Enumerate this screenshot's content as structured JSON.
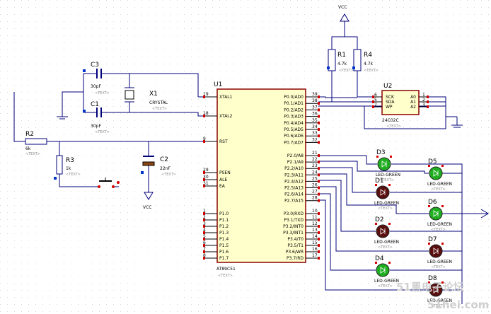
{
  "power": {
    "top": "VCC",
    "bottom": "VCC"
  },
  "resistors": [
    {
      "ref": "R1",
      "value": "4.7k"
    },
    {
      "ref": "R4",
      "value": "4.7k"
    },
    {
      "ref": "R2",
      "value": "6k"
    },
    {
      "ref": "R3",
      "value": "1k"
    }
  ],
  "capacitors": [
    {
      "ref": "C3",
      "value": "30pF"
    },
    {
      "ref": "C1",
      "value": "30pF"
    },
    {
      "ref": "C2",
      "value": "22nF"
    }
  ],
  "crystal": {
    "ref": "X1",
    "value": "CRYSTAL"
  },
  "placeholder": "<TEXT>",
  "mcu": {
    "ref": "U1",
    "part": "AT89C51",
    "left_pins": [
      {
        "num": "19",
        "name": "XTAL1"
      },
      {
        "num": "18",
        "name": "XTAL2"
      },
      {
        "num": "9",
        "name": "RST"
      },
      {
        "num": "29",
        "name": "PSEN"
      },
      {
        "num": "30",
        "name": "ALE"
      },
      {
        "num": "31",
        "name": "EA"
      },
      {
        "num": "1",
        "name": "P1.0"
      },
      {
        "num": "2",
        "name": "P1.1"
      },
      {
        "num": "3",
        "name": "P1.2"
      },
      {
        "num": "4",
        "name": "P1.3"
      },
      {
        "num": "5",
        "name": "P1.4"
      },
      {
        "num": "6",
        "name": "P1.5"
      },
      {
        "num": "7",
        "name": "P1.6"
      },
      {
        "num": "8",
        "name": "P1.7"
      }
    ],
    "p0_pins": [
      {
        "num": "39",
        "name": "P0.0/AD0"
      },
      {
        "num": "38",
        "name": "P0.1/AD1"
      },
      {
        "num": "37",
        "name": "P0.2/AD2"
      },
      {
        "num": "36",
        "name": "P0.3/AD3"
      },
      {
        "num": "35",
        "name": "P0.4/AD4"
      },
      {
        "num": "34",
        "name": "P0.5/AD5"
      },
      {
        "num": "33",
        "name": "P0.6/AD6"
      },
      {
        "num": "32",
        "name": "P0.7/AD7"
      }
    ],
    "p2_pins": [
      {
        "num": "21",
        "name": "P2.0/A8"
      },
      {
        "num": "22",
        "name": "P2.1/A9"
      },
      {
        "num": "23",
        "name": "P2.2/A10"
      },
      {
        "num": "24",
        "name": "P2.3/A11"
      },
      {
        "num": "25",
        "name": "P2.4/A12"
      },
      {
        "num": "26",
        "name": "P2.5/A13"
      },
      {
        "num": "27",
        "name": "P2.6/A14"
      },
      {
        "num": "28",
        "name": "P2.7/A15"
      }
    ],
    "p3_pins": [
      {
        "num": "10",
        "name": "P3.0/RXD"
      },
      {
        "num": "11",
        "name": "P3.1/TXD"
      },
      {
        "num": "12",
        "name": "P3.2/INT0"
      },
      {
        "num": "13",
        "name": "P3.3/INT1"
      },
      {
        "num": "14",
        "name": "P3.4/T0"
      },
      {
        "num": "15",
        "name": "P3.5/T1"
      },
      {
        "num": "16",
        "name": "P3.6/WR"
      },
      {
        "num": "17",
        "name": "P3.7/RD"
      }
    ]
  },
  "eeprom": {
    "ref": "U2",
    "part": "24C02C",
    "left_pins": [
      {
        "num": "6",
        "name": "SCK"
      },
      {
        "num": "5",
        "name": "SDA"
      },
      {
        "num": "7",
        "name": "WP"
      }
    ],
    "right_pins": [
      {
        "num": "1",
        "name": "A0"
      },
      {
        "num": "2",
        "name": "A1"
      },
      {
        "num": "3",
        "name": "A2"
      }
    ]
  },
  "leds": [
    {
      "ref": "D3",
      "value": "LED-GREEN",
      "state": "on"
    },
    {
      "ref": "D5",
      "value": "LED-GREEN",
      "state": "on"
    },
    {
      "ref": "D1",
      "value": "LED-GREEN",
      "state": "off"
    },
    {
      "ref": "D6",
      "value": "LED-GREEN",
      "state": "on"
    },
    {
      "ref": "D2",
      "value": "LED-GREEN",
      "state": "off"
    },
    {
      "ref": "D7",
      "value": "LED-GREEN",
      "state": "off"
    },
    {
      "ref": "D4",
      "value": "LED-GREEN",
      "state": "on"
    },
    {
      "ref": "D8",
      "value": "LED-GREEN",
      "state": "off"
    }
  ],
  "colors": {
    "led_on": "#1fae1f",
    "led_off": "#5a0f0f",
    "chip_fill": "#ffffcc",
    "chip_stroke": "#8b0000",
    "wire": "#00007a",
    "pin_red": "#d40000",
    "pin_blue": "#0033cc"
  },
  "watermark": {
    "line1": "51黑电子论坛",
    "line2": "51hei.com"
  }
}
